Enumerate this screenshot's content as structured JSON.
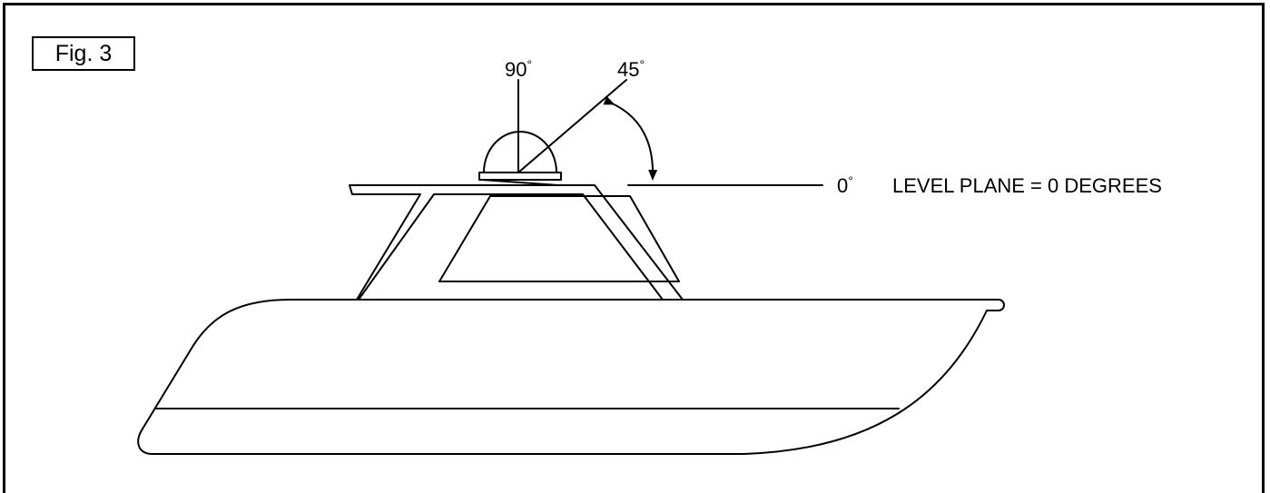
{
  "figure": {
    "label": "Fig. 3",
    "angle_90_label": "90",
    "angle_45_label": "45",
    "angle_0_label": "0",
    "degree_symbol": "°",
    "level_plane_text": "LEVEL PLANE = 0 DEGREES"
  },
  "colors": {
    "line": "#000000",
    "background": "#ffffff"
  }
}
